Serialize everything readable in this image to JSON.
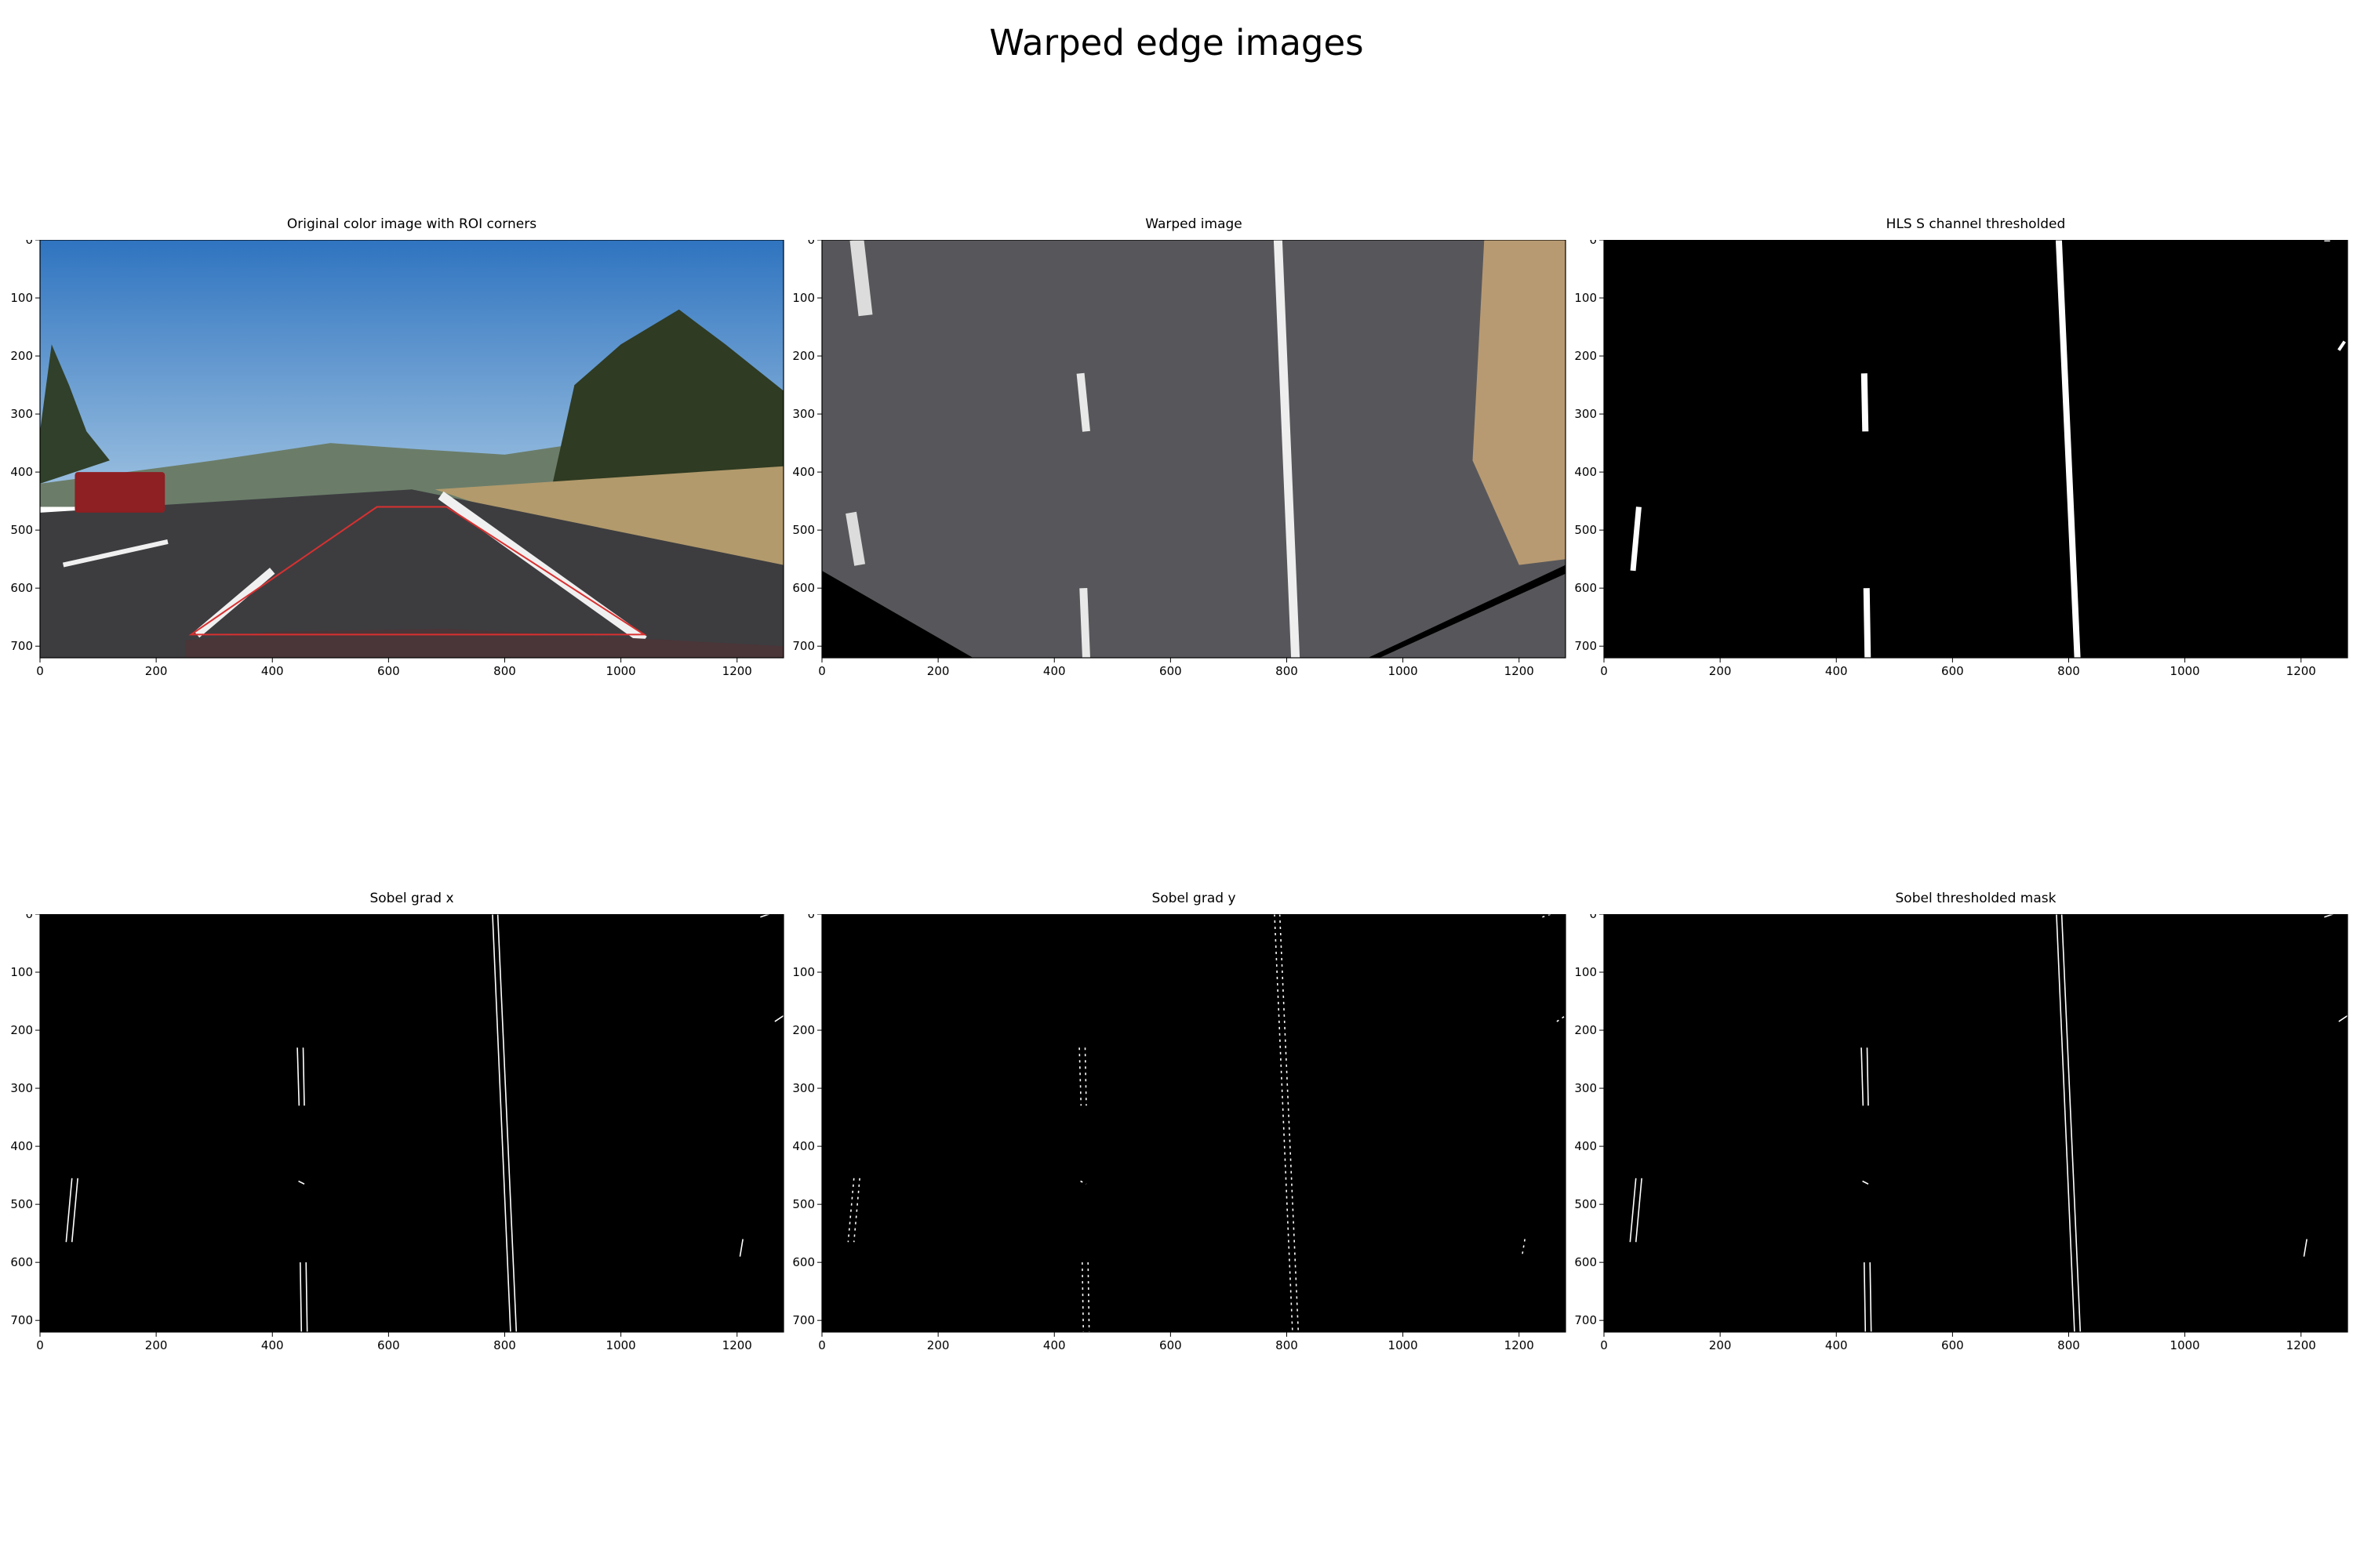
{
  "figure": {
    "title": "Warped edge images"
  },
  "colors": {
    "roi_line": "#d93030",
    "edge": "#ffffff",
    "background": "#000000"
  },
  "chart_data": [
    {
      "type": "image",
      "title": "Original color image with ROI corners",
      "content": "color road photo",
      "xlim": [
        0,
        1280
      ],
      "ylim": [
        720,
        0
      ],
      "xticks": [
        0,
        200,
        400,
        600,
        800,
        1000,
        1200
      ],
      "yticks": [
        0,
        100,
        200,
        300,
        400,
        500,
        600,
        700
      ],
      "roi_corners": [
        [
          580,
          460
        ],
        [
          700,
          460
        ],
        [
          1040,
          680
        ],
        [
          260,
          680
        ]
      ]
    },
    {
      "type": "image",
      "title": "Warped image",
      "content": "warped color road",
      "xlim": [
        0,
        1280
      ],
      "ylim": [
        720,
        0
      ],
      "xticks": [
        0,
        200,
        400,
        600,
        800,
        1000,
        1200
      ],
      "yticks": [
        0,
        100,
        200,
        300,
        400,
        500,
        600,
        700
      ]
    },
    {
      "type": "image",
      "title": "HLS S channel thresholded",
      "content": "binary",
      "xlim": [
        0,
        1280
      ],
      "ylim": [
        720,
        0
      ],
      "xticks": [
        0,
        200,
        400,
        600,
        800,
        1000,
        1200
      ],
      "yticks": [
        0,
        100,
        200,
        300,
        400,
        500,
        600,
        700
      ]
    },
    {
      "type": "image",
      "title": "Sobel grad x",
      "content": "edges",
      "xlim": [
        0,
        1280
      ],
      "ylim": [
        720,
        0
      ],
      "xticks": [
        0,
        200,
        400,
        600,
        800,
        1000,
        1200
      ],
      "yticks": [
        0,
        100,
        200,
        300,
        400,
        500,
        600,
        700
      ]
    },
    {
      "type": "image",
      "title": "Sobel grad y",
      "content": "edges-sparse",
      "xlim": [
        0,
        1280
      ],
      "ylim": [
        720,
        0
      ],
      "xticks": [
        0,
        200,
        400,
        600,
        800,
        1000,
        1200
      ],
      "yticks": [
        0,
        100,
        200,
        300,
        400,
        500,
        600,
        700
      ]
    },
    {
      "type": "image",
      "title": "Sobel thresholded mask",
      "content": "edges",
      "xlim": [
        0,
        1280
      ],
      "ylim": [
        720,
        0
      ],
      "xticks": [
        0,
        200,
        400,
        600,
        800,
        1000,
        1200
      ],
      "yticks": [
        0,
        100,
        200,
        300,
        400,
        500,
        600,
        700
      ]
    }
  ]
}
